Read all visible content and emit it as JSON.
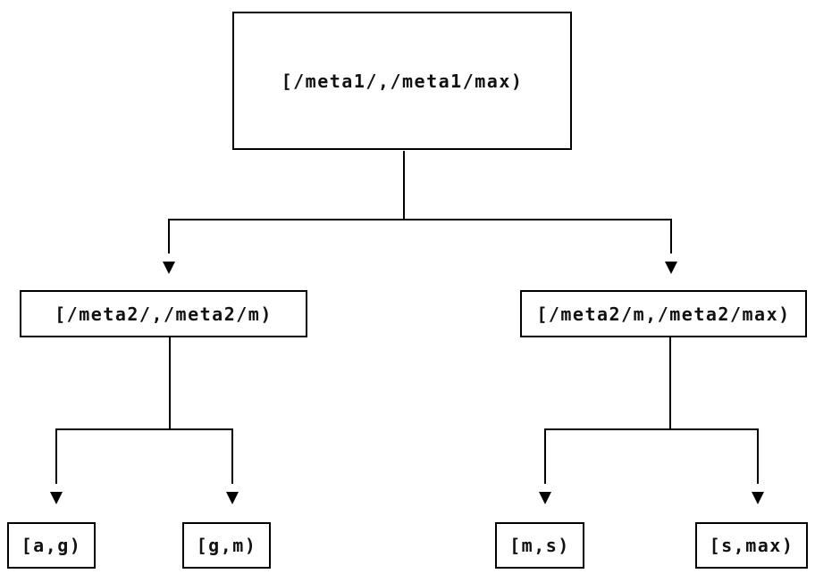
{
  "diagram": {
    "type": "tree",
    "background_color": "#ffffff",
    "line_color": "#000000",
    "text_color": "#111111",
    "nodes": {
      "root": {
        "label": "[/meta1/,/meta1/max)"
      },
      "left": {
        "label": "[/meta2/,/meta2/m)"
      },
      "right": {
        "label": "[/meta2/m,/meta2/max)"
      },
      "leaf1": {
        "label": "[a,g)"
      },
      "leaf2": {
        "label": "[g,m)"
      },
      "leaf3": {
        "label": "[m,s)"
      },
      "leaf4": {
        "label": "[s,max)"
      }
    },
    "edges": [
      {
        "from": "root",
        "to": "left"
      },
      {
        "from": "root",
        "to": "right"
      },
      {
        "from": "left",
        "to": "leaf1"
      },
      {
        "from": "left",
        "to": "leaf2"
      },
      {
        "from": "right",
        "to": "leaf3"
      },
      {
        "from": "right",
        "to": "leaf4"
      }
    ]
  }
}
